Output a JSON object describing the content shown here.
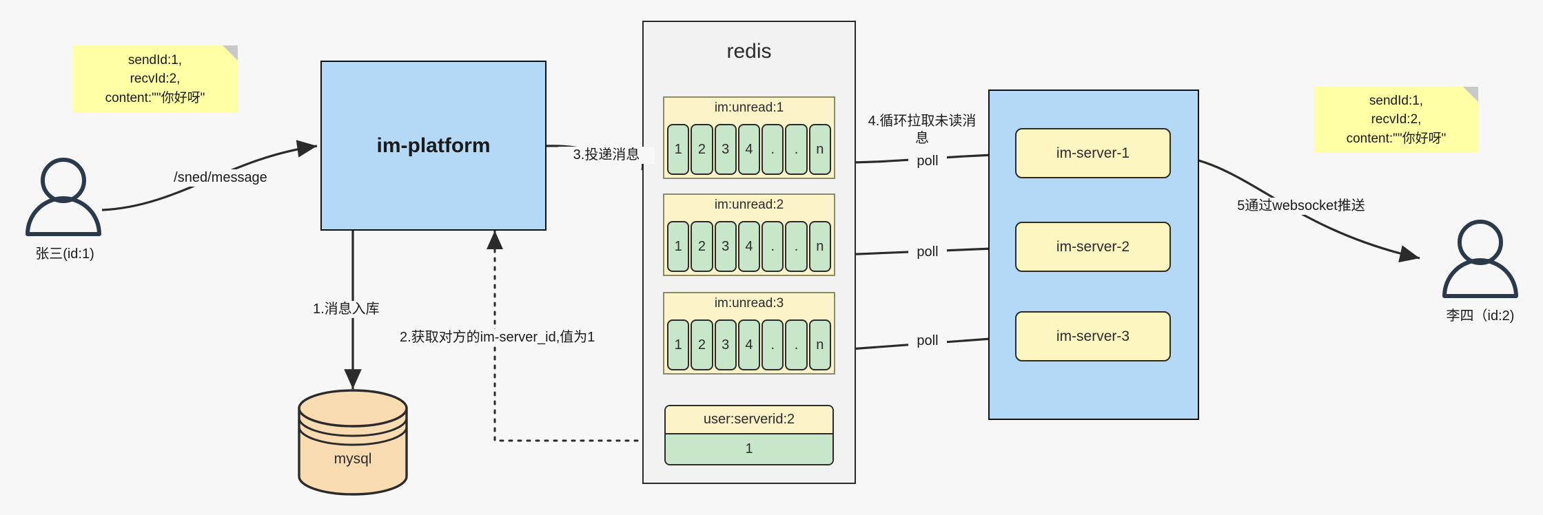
{
  "diagram": {
    "title": "IM message delivery architecture",
    "colors": {
      "background": "#f7f7f7",
      "note_fill": "#ffffa6",
      "blue_fill": "#b3d9f7",
      "green_cell": "#c8e6c9",
      "yellow_key": "#fdf3c8",
      "server_fill": "#fdf6c0",
      "mysql_fill": "#fadcb3",
      "stroke": "#2b2b2b"
    }
  },
  "notes": {
    "left": "sendId:1,\nrecvId:2,\ncontent:\"\"你好呀\"",
    "right": "sendId:1,\nrecvId:2,\ncontent:\"\"你好呀\""
  },
  "actors": {
    "sender": {
      "label": "张三(id:1)",
      "icon": "person-icon"
    },
    "receiver": {
      "label": "李四（id:2)",
      "icon": "person-icon"
    }
  },
  "platform": {
    "label": "im-platform"
  },
  "database": {
    "label": "mysql",
    "icon": "database-cylinder-icon"
  },
  "redis": {
    "title": "redis",
    "queues": [
      {
        "key": "im:unread:1",
        "cells": [
          "1",
          "2",
          "3",
          "4",
          ".",
          ".",
          "n"
        ]
      },
      {
        "key": "im:unread:2",
        "cells": [
          "1",
          "2",
          "3",
          "4",
          ".",
          ".",
          "n"
        ]
      },
      {
        "key": "im:unread:3",
        "cells": [
          "1",
          "2",
          "3",
          "4",
          ".",
          ".",
          "n"
        ]
      }
    ],
    "kv": {
      "key": "user:serverid:2",
      "value": "1"
    }
  },
  "cluster": {
    "servers": [
      {
        "label": "im-server-1"
      },
      {
        "label": "im-server-2"
      },
      {
        "label": "im-server-3"
      }
    ]
  },
  "edges": {
    "send_message": "/sned/message",
    "step1": "1.消息入库",
    "step2": "2.获取对方的im-server_id,值为1",
    "step3": "3.投递消息",
    "step4": "4.循环拉取未读消\n息",
    "poll1": "poll",
    "poll2": "poll",
    "poll3": "poll",
    "step5": "5通过websocket推送"
  }
}
